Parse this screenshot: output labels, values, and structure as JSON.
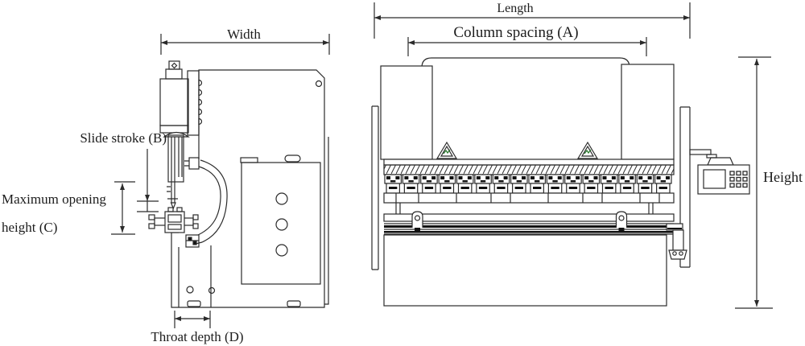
{
  "figure": {
    "type": "technical-diagram",
    "views": [
      "side-view",
      "front-view"
    ],
    "clamp_count": 16,
    "panel_hole_count": 3,
    "warning_triangle_count": 2,
    "cylinder_bump_count": 5
  },
  "labels": {
    "width": "Width",
    "length": "Length",
    "column_spacing": "Column spacing (A)",
    "height": "Height",
    "slide_stroke": "Slide stroke (B)",
    "max_opening_line1": "Maximum opening",
    "max_opening_line2": "height (C)",
    "throat_depth": "Throat depth (D)"
  },
  "colors": {
    "line": "#2b2b2b",
    "dark": "#111111",
    "accent_green": "#2e7d32",
    "background": "#ffffff"
  }
}
